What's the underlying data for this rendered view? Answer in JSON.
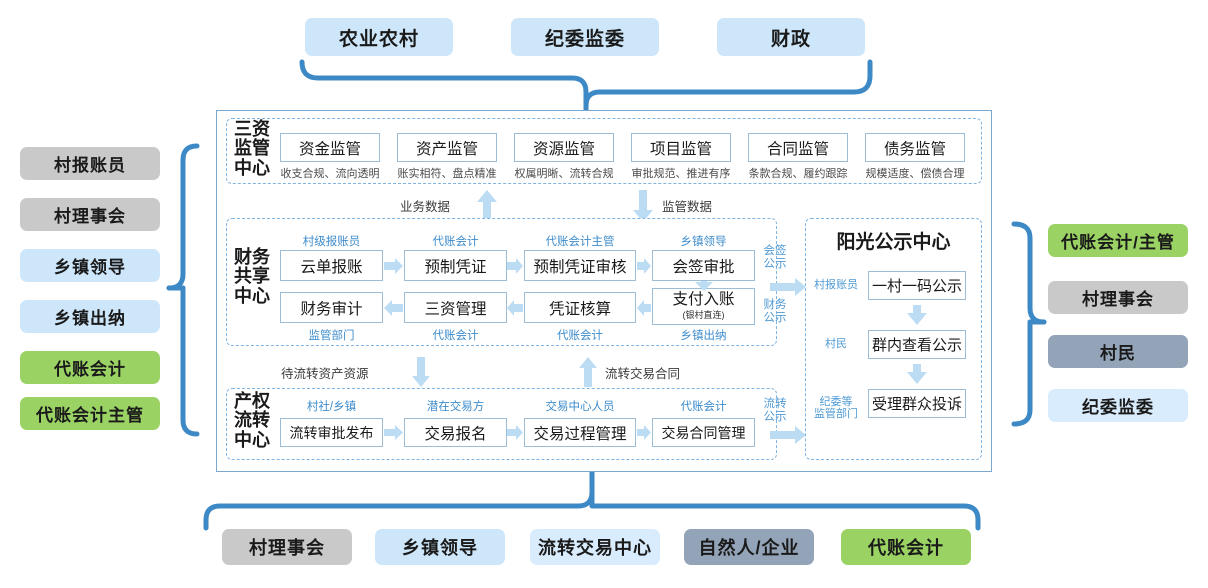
{
  "top_stakeholders": [
    {
      "label": "农业农村",
      "color": "#cde6fa"
    },
    {
      "label": "纪委监委",
      "color": "#cde6fa"
    },
    {
      "label": "财政",
      "color": "#cde6fa"
    }
  ],
  "left_stakeholders": [
    {
      "label": "村报账员",
      "color": "#c9c9c9"
    },
    {
      "label": "村理事会",
      "color": "#c9c9c9"
    },
    {
      "label": "乡镇领导",
      "color": "#cde6fa"
    },
    {
      "label": "乡镇出纳",
      "color": "#cde6fa"
    },
    {
      "label": "代账会计",
      "color": "#9ad363"
    },
    {
      "label": "代账会计主管",
      "color": "#9ad363"
    }
  ],
  "right_stakeholders": [
    {
      "label": "代账会计/主管",
      "color": "#9ad363"
    },
    {
      "label": "村理事会",
      "color": "#c9c9c9"
    },
    {
      "label": "村民",
      "color": "#93a4b8"
    },
    {
      "label": "纪委监委",
      "color": "#d9ecfd"
    }
  ],
  "bottom_stakeholders": [
    {
      "label": "村理事会",
      "color": "#c9c9c9"
    },
    {
      "label": "乡镇领导",
      "color": "#cde6fa"
    },
    {
      "label": "流转交易中心",
      "color": "#cde6fa"
    },
    {
      "label": "自然人/企业",
      "color": "#93a4b8"
    },
    {
      "label": "代账会计",
      "color": "#9ad363"
    }
  ],
  "supervision_center": {
    "title": "三资\n监管\n中心",
    "title_lines": [
      "三资",
      "监管",
      "中心"
    ],
    "items": [
      {
        "name": "资金监管",
        "desc": "收支合规、流向透明"
      },
      {
        "name": "资产监管",
        "desc": "账实相符、盘点精准"
      },
      {
        "name": "资源监管",
        "desc": "权属明晰、流转合规"
      },
      {
        "name": "项目监管",
        "desc": "审批规范、推进有序"
      },
      {
        "name": "合同监管",
        "desc": "条款合规、履约跟踪"
      },
      {
        "name": "债务监管",
        "desc": "规模适度、偿债合理"
      }
    ]
  },
  "flow_labels": {
    "business_data": "业务数据",
    "supervision_data": "监管数据",
    "pending_assets": "待流转资产资源",
    "transfer_contract": "流转交易合同"
  },
  "finance_center": {
    "title_lines": [
      "财务",
      "共享",
      "中心"
    ],
    "row1": [
      {
        "role": "村级报账员",
        "name": "云单报账",
        "sub": ""
      },
      {
        "role": "代账会计",
        "name": "预制凭证",
        "sub": ""
      },
      {
        "role": "代账会计主管",
        "name": "预制凭证审核",
        "sub": ""
      },
      {
        "role": "乡镇领导",
        "name": "会签审批",
        "sub": ""
      }
    ],
    "row2": [
      {
        "role": "监管部门",
        "name": "财务审计",
        "sub": ""
      },
      {
        "role": "代账会计",
        "name": "三资管理",
        "sub": ""
      },
      {
        "role": "代账会计",
        "name": "凭证核算",
        "sub": ""
      },
      {
        "role": "乡镇出纳",
        "name": "支付入账",
        "sub": "(银村直连)"
      }
    ],
    "side_labels": [
      {
        "lines": [
          "会签",
          "公示"
        ]
      },
      {
        "lines": [
          "财务",
          "公示"
        ]
      }
    ]
  },
  "transfer_center": {
    "title_lines": [
      "产权",
      "流转",
      "中心"
    ],
    "items": [
      {
        "role": "村社/乡镇",
        "name": "流转审批发布"
      },
      {
        "role": "潜在交易方",
        "name": "交易报名"
      },
      {
        "role": "交易中心人员",
        "name": "交易过程管理"
      },
      {
        "role": "代账会计",
        "name": "交易合同管理"
      }
    ],
    "side_label": {
      "lines": [
        "流转",
        "公示"
      ]
    }
  },
  "publicity_center": {
    "title": "阳光公示中心",
    "items": [
      {
        "role_lines": [
          "村报账员"
        ],
        "name": "一村一码公示"
      },
      {
        "role_lines": [
          "村民"
        ],
        "name": "群内查看公示"
      },
      {
        "role_lines": [
          "纪委等",
          "监管部门"
        ],
        "name": "受理群众投诉"
      }
    ]
  },
  "colors": {
    "bracket_blue": "#3d89c6",
    "arrow_blue": "#bcdcf4",
    "dashed_blue": "#7fb3e0",
    "panel_border": "#7aa8cf",
    "role_text": "#3d8ccc"
  }
}
